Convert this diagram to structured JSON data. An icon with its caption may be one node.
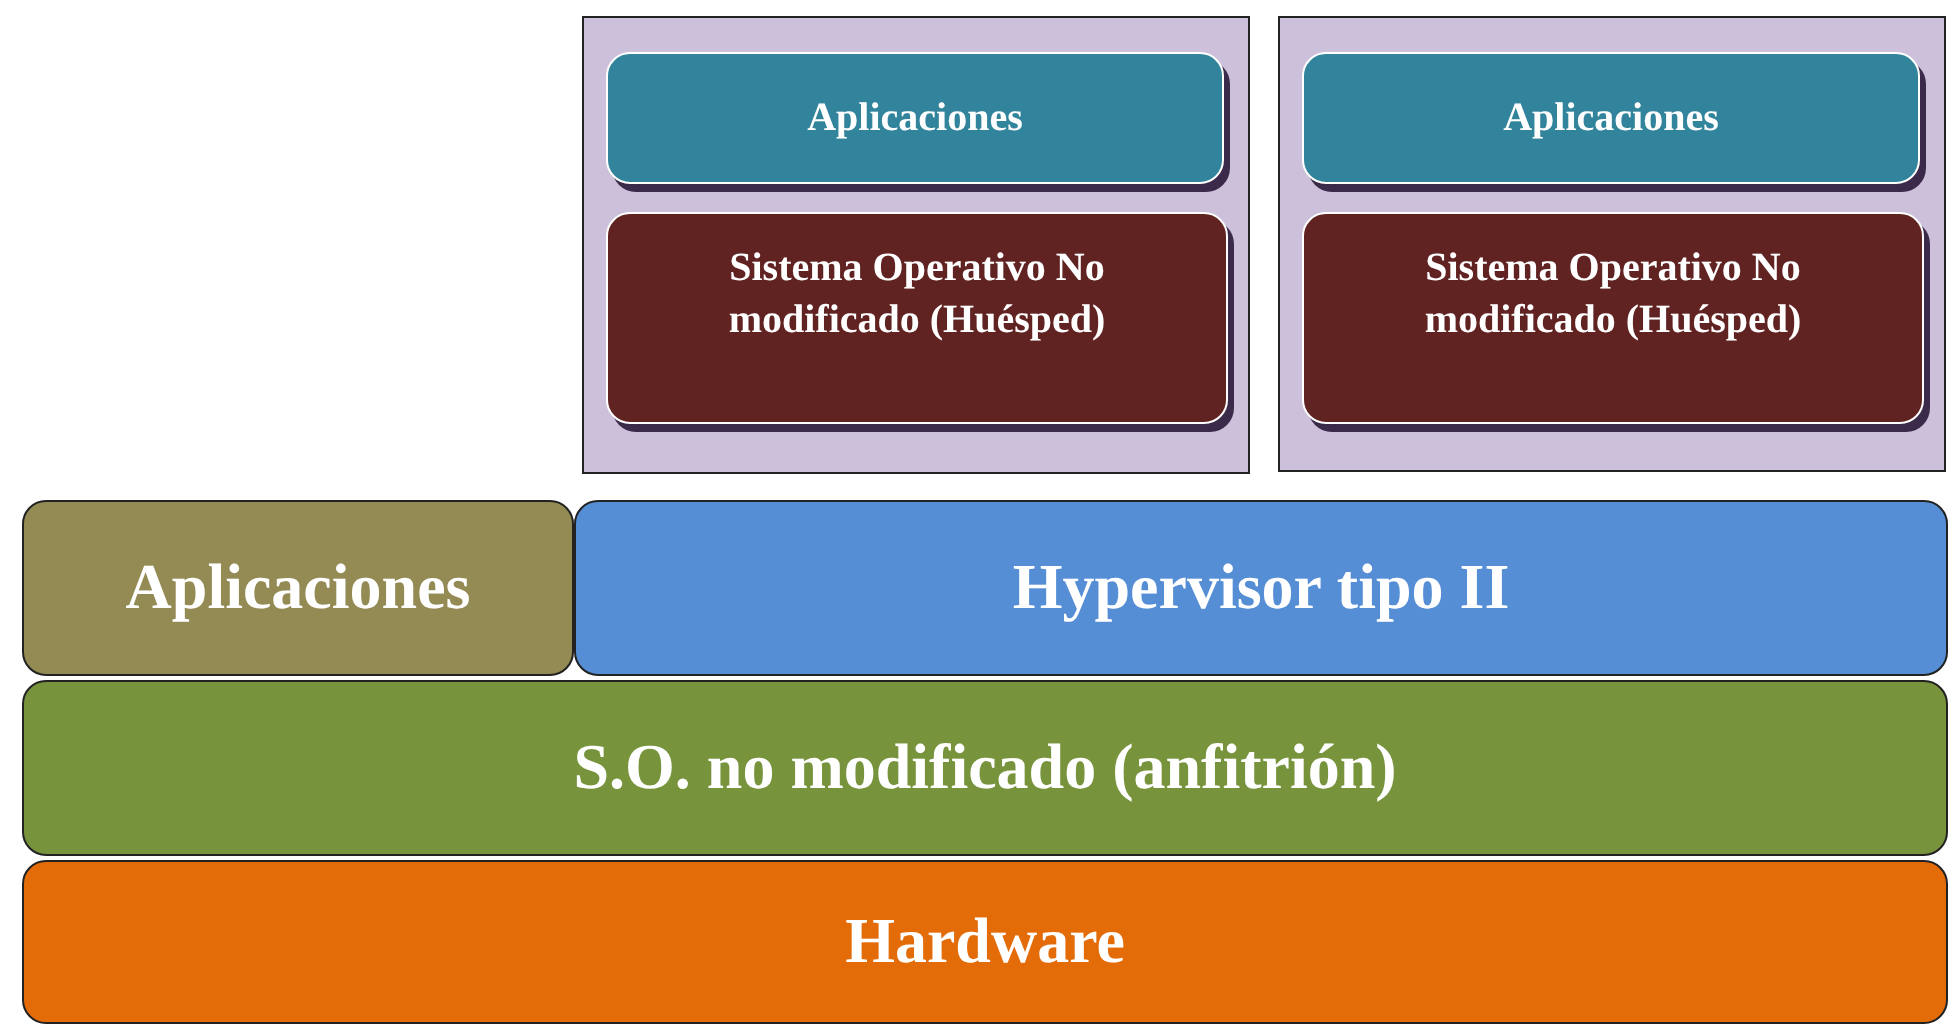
{
  "diagram": {
    "nodes": [
      {
        "text": [],
        "shape": "box"
      },
      {
        "text": [
          "Aplicaciones"
        ],
        "in": 0
      },
      {
        "text": [
          "Sistema Operativo No modificado (Huésped)"
        ],
        "in": 0
      },
      {
        "text": [],
        "shape": "box"
      },
      {
        "text": [
          "Aplicaciones"
        ],
        "in": 3
      },
      {
        "text": [
          "Sistema Operativo No modificado (Huésped)"
        ],
        "in": 3
      },
      {
        "text": [
          "Aplicaciones"
        ]
      },
      {
        "text": [
          "Hypervisor tipo II"
        ]
      },
      {
        "text": [
          "S.O. no modificado (anfitrión)"
        ]
      },
      {
        "text": [
          "Hardware"
        ]
      }
    ]
  }
}
